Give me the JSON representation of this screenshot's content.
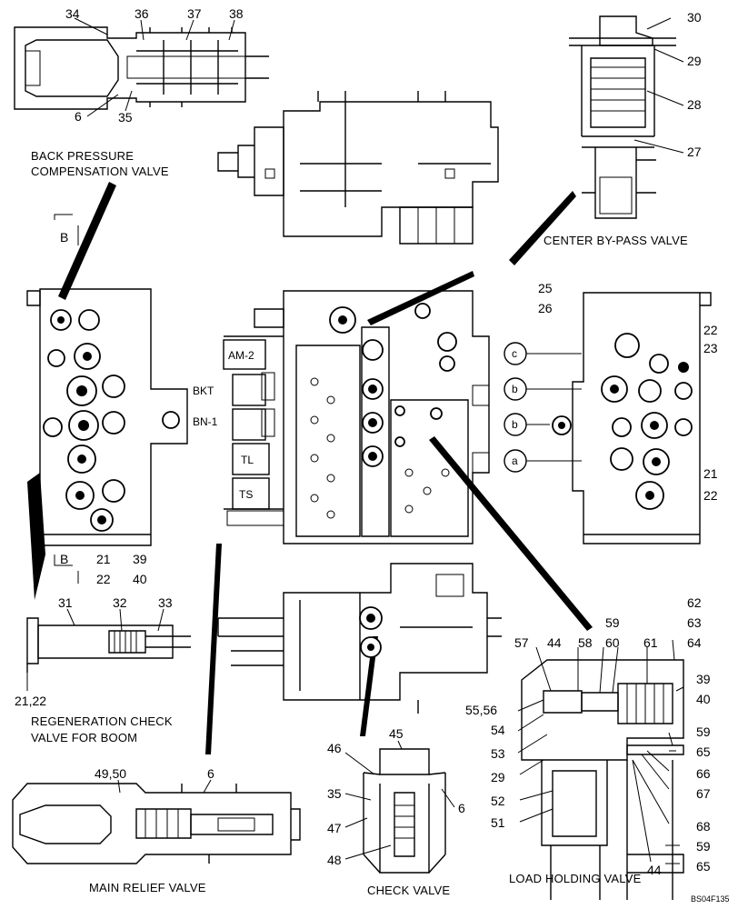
{
  "captions": {
    "back_pressure": [
      "BACK PRESSURE",
      "COMPENSATION VALVE"
    ],
    "center_bypass": "CENTER BY-PASS VALVE",
    "regeneration": [
      "REGENERATION CHECK",
      "VALVE FOR BOOM"
    ],
    "main_relief": "MAIN RELIEF VALVE",
    "check_valve": "CHECK VALVE",
    "load_holding": "LOAD HOLDING VALVE",
    "figure_id": "BS04F135"
  },
  "section_marks": {
    "top": "B",
    "bottom": "B"
  },
  "ports": {
    "am2": "AM-2",
    "bkt": "BKT",
    "bn1": "BN-1",
    "tl": "TL",
    "ts": "TS",
    "c": "c",
    "b1": "b",
    "b2": "b",
    "a": "a"
  },
  "callouts": {
    "n34": "34",
    "n36": "36",
    "n37": "37",
    "n38": "38",
    "n6_top": "6",
    "n35_top": "35",
    "n30": "30",
    "n29_top": "29",
    "n28": "28",
    "n27": "27",
    "n25": "25",
    "n26": "26",
    "n22_r_top": "22",
    "n23": "23",
    "n21_r": "21",
    "n22_r_bot": "22",
    "n21_l": "21",
    "n22_l": "22",
    "n39_l": "39",
    "n40_l": "40",
    "n31": "31",
    "n32": "32",
    "n33": "33",
    "n2122": "21,22",
    "n4950": "49,50",
    "n6_relief": "6",
    "n45": "45",
    "n46": "46",
    "n35_chk": "35",
    "n6_chk": "6",
    "n47": "47",
    "n48": "48",
    "n62": "62",
    "n63": "63",
    "n64": "64",
    "n59_t": "59",
    "n60": "60",
    "n57": "57",
    "n44_t": "44",
    "n58": "58",
    "n61": "61",
    "n39_r": "39",
    "n40_r": "40",
    "n5556": "55,56",
    "n54": "54",
    "n53": "53",
    "n59_m": "59",
    "n65_m": "65",
    "n29_b": "29",
    "n66": "66",
    "n52": "52",
    "n67": "67",
    "n51": "51",
    "n68": "68",
    "n59_b": "59",
    "n65_b": "65",
    "n44_b": "44"
  },
  "colors": {
    "ink": "#000000",
    "paper": "#ffffff"
  }
}
